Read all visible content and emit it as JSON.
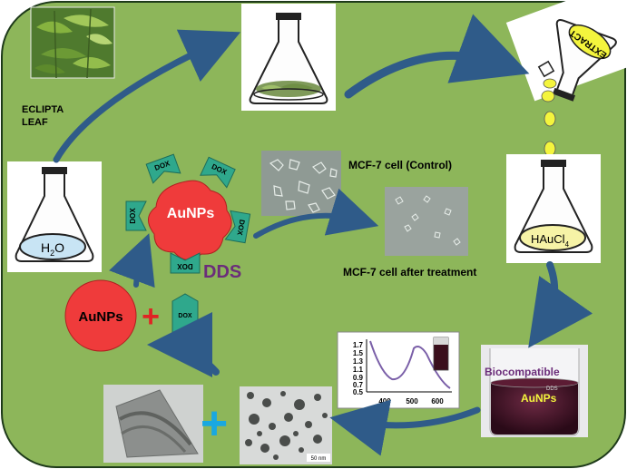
{
  "labels": {
    "eclipta_line1": "ECLIPTA",
    "eclipta_line2": "LEAF",
    "water_h": "H",
    "water_sub": "2",
    "water_o": "O",
    "extract": "EXTRACT",
    "hau_main": "HAuCl",
    "hau_sub": "4",
    "mcf_control": "MCF-7 cell (Control)",
    "mcf_treated": "MCF-7 cell after treatment",
    "dds": "DDS",
    "aunps_center": "AuNPs",
    "aunps_left": "AuNPs",
    "plus_red": "+",
    "plus_blue": "+",
    "dox": "DOX",
    "biocompatible": "Biocompatible",
    "aunps_vial": "AuNPs",
    "vial_small": "DDS",
    "scale_bar": "50 nm"
  },
  "spectrum": {
    "y_ticks": [
      "1.7",
      "1.5",
      "1.3",
      "1.1",
      "0.9",
      "0.7",
      "0.5"
    ],
    "x_ticks": [
      "400",
      "500",
      "600"
    ]
  },
  "colors": {
    "background": "#8db65a",
    "arrow": "#2f5b89",
    "aunps": "#ef3b3b",
    "dox": "#2fa88c",
    "dds_text": "#6b2d7a",
    "plus_blue": "#19a8e0",
    "extract_fill": "#f4f53d"
  }
}
